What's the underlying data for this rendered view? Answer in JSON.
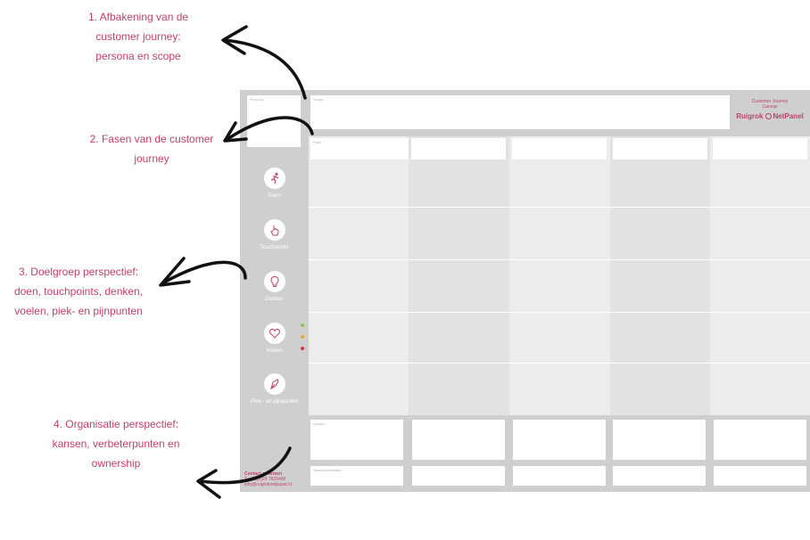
{
  "annotations": [
    {
      "lines": [
        "1. Afbakening van de",
        "customer journey:",
        "persona en scope"
      ]
    },
    {
      "lines": [
        "2. Fasen van de customer",
        "journey"
      ]
    },
    {
      "lines": [
        "3. Doelgroep perspectief:",
        "doen, touchpoints, denken,",
        "voelen, piek- en pijnpunten"
      ]
    },
    {
      "lines": [
        "4. Organisatie perspectief:",
        "kansen, verbeterpunten  en",
        "ownership"
      ]
    }
  ],
  "canvas": {
    "persona_label": "Persona",
    "scope_label": "Scope",
    "title_lines": [
      "Customer Journey",
      "Canvas"
    ],
    "brand": {
      "name_left": "Ruigrok",
      "name_right": "NetPanel"
    },
    "phase_label": "Fase",
    "rows": [
      {
        "label": "Doen",
        "icon": "running-person-icon"
      },
      {
        "label": "Touchpoints",
        "icon": "hand-pointer-icon"
      },
      {
        "label": "Denken",
        "icon": "lightbulb-icon"
      },
      {
        "label": "Voelen",
        "icon": "heart-icon"
      },
      {
        "label": "Piek - en pijnpunten",
        "icon": "pen-nib-icon"
      }
    ],
    "mood_colors": [
      "#8bc34a",
      "#f0a830",
      "#e0303a"
    ],
    "kansen_label": "Kansen",
    "verantwoordelijke_label": "Verantwoordelijke",
    "contact": [
      "Contact opnemen",
      "T: +31(0)20 7825400",
      "info@ruigroknetpanel.nl"
    ]
  }
}
